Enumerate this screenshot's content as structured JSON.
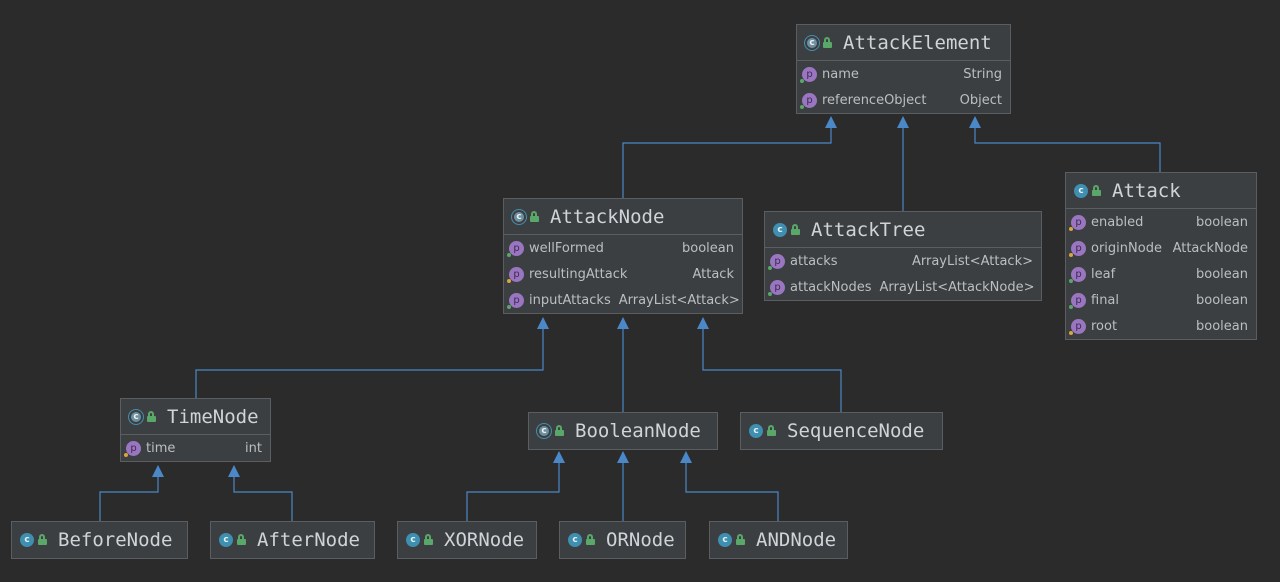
{
  "diagram": {
    "classes": {
      "attack_element": {
        "name": "AttackElement",
        "abstract": true,
        "fields": [
          {
            "name": "name",
            "type": "String"
          },
          {
            "name": "referenceObject",
            "type": "Object"
          }
        ]
      },
      "attack_node": {
        "name": "AttackNode",
        "abstract": true,
        "fields": [
          {
            "name": "wellFormed",
            "type": "boolean"
          },
          {
            "name": "resultingAttack",
            "type": "Attack"
          },
          {
            "name": "inputAttacks",
            "type": "ArrayList<Attack>"
          }
        ]
      },
      "attack_tree": {
        "name": "AttackTree",
        "abstract": false,
        "fields": [
          {
            "name": "attacks",
            "type": "ArrayList<Attack>"
          },
          {
            "name": "attackNodes",
            "type": "ArrayList<AttackNode>"
          }
        ]
      },
      "attack": {
        "name": "Attack",
        "abstract": false,
        "fields": [
          {
            "name": "enabled",
            "type": "boolean"
          },
          {
            "name": "originNode",
            "type": "AttackNode"
          },
          {
            "name": "leaf",
            "type": "boolean"
          },
          {
            "name": "final",
            "type": "boolean"
          },
          {
            "name": "root",
            "type": "boolean"
          }
        ]
      },
      "time_node": {
        "name": "TimeNode",
        "abstract": true,
        "fields": [
          {
            "name": "time",
            "type": "int"
          }
        ]
      },
      "boolean_node": {
        "name": "BooleanNode",
        "abstract": true,
        "fields": []
      },
      "sequence_node": {
        "name": "SequenceNode",
        "abstract": false,
        "fields": []
      },
      "before_node": {
        "name": "BeforeNode",
        "abstract": false,
        "fields": []
      },
      "after_node": {
        "name": "AfterNode",
        "abstract": false,
        "fields": []
      },
      "xor_node": {
        "name": "XORNode",
        "abstract": false,
        "fields": []
      },
      "or_node": {
        "name": "ORNode",
        "abstract": false,
        "fields": []
      },
      "and_node": {
        "name": "ANDNode",
        "abstract": false,
        "fields": []
      }
    },
    "inheritance": [
      {
        "child": "AttackNode",
        "parent": "AttackElement"
      },
      {
        "child": "AttackTree",
        "parent": "AttackElement"
      },
      {
        "child": "Attack",
        "parent": "AttackElement"
      },
      {
        "child": "TimeNode",
        "parent": "AttackNode"
      },
      {
        "child": "BooleanNode",
        "parent": "AttackNode"
      },
      {
        "child": "SequenceNode",
        "parent": "AttackNode"
      },
      {
        "child": "BeforeNode",
        "parent": "TimeNode"
      },
      {
        "child": "AfterNode",
        "parent": "TimeNode"
      },
      {
        "child": "XORNode",
        "parent": "BooleanNode"
      },
      {
        "child": "ORNode",
        "parent": "BooleanNode"
      },
      {
        "child": "ANDNode",
        "parent": "BooleanNode"
      }
    ]
  },
  "icons": {
    "class_icon_letter": "c",
    "property_icon_letter": "p"
  },
  "colors": {
    "background": "#2b2b2b",
    "node_fill": "#3c3f41",
    "node_border": "#5b5e60",
    "edge": "#4a88c7",
    "class_icon": "#3f8fb1",
    "property_icon": "#9a76c1",
    "visibility_icon": "#59a869"
  }
}
